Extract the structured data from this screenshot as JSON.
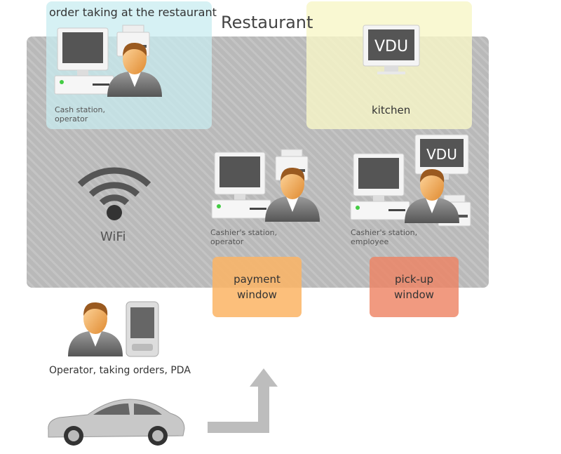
{
  "title": "Restaurant",
  "order_taking": "order taking  at the restaurant",
  "cash_station": {
    "line1": "Cash station,",
    "line2": "operator"
  },
  "kitchen": {
    "screen": "VDU",
    "label": "kitchen"
  },
  "wifi": "WiFi",
  "cashier_operator": {
    "line1": "Cashier's station,",
    "line2": "operator"
  },
  "cashier_employee": {
    "line1": "Cashier's station,",
    "line2": "employee",
    "screen": "VDU"
  },
  "payment_window": "payment\nwindow",
  "pickup_window": "pick-up\nwindow",
  "pda_operator": "Operator, taking orders, PDA"
}
